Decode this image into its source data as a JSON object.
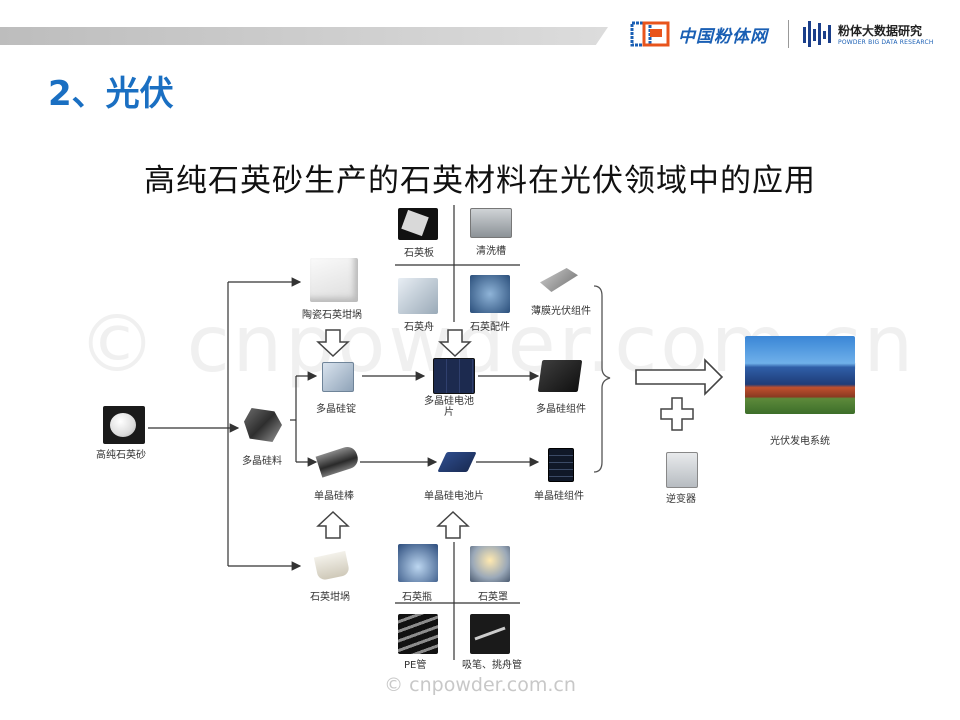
{
  "header": {
    "logo1_text": "中国粉体网",
    "logo2_main": "粉体大数据研究",
    "logo2_sub": "POWDER BIG DATA RESEARCH"
  },
  "section_title": "2、光伏",
  "main_title": "高纯石英砂生产的石英材料在光伏领域中的应用",
  "nodes": {
    "quartz_sand": "高纯石英砂",
    "polysilicon": "多晶硅料",
    "ceramic_crucible": "陶瓷石英坩埚",
    "poly_ingot": "多晶硅锭",
    "poly_cell": "多晶硅电池片",
    "poly_module": "多晶硅组件",
    "quartz_plate": "石英板",
    "cleaning_tank": "清洗槽",
    "quartz_boat": "石英舟",
    "quartz_parts": "石英配件",
    "thin_film": "薄膜光伏组件",
    "mono_rod": "单晶硅棒",
    "mono_cell": "单晶硅电池片",
    "mono_module": "单晶硅组件",
    "quartz_crucible": "石英坩埚",
    "quartz_bottle": "石英瓶",
    "quartz_cover": "石英罩",
    "pe_tube": "PE管",
    "suction_pen": "吸笔、挑舟管",
    "inverter": "逆变器",
    "pv_system": "光伏发电系统"
  },
  "watermark": "© cnpowder.com.cn",
  "footer_watermark": "© cnpowder.com.cn"
}
